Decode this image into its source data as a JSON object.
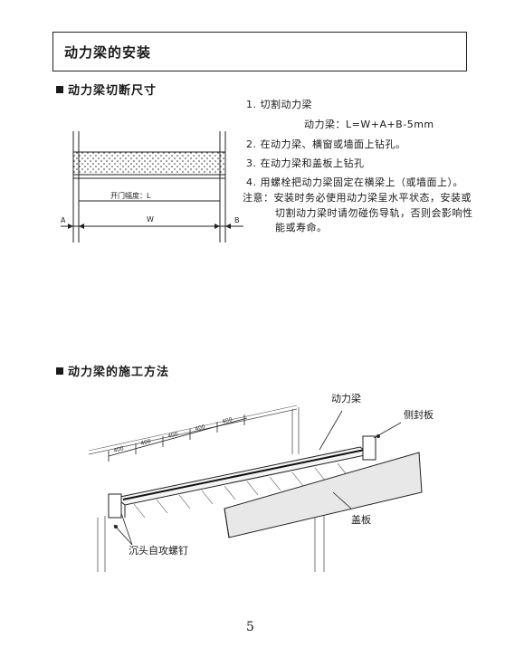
{
  "title": "动力梁的安装",
  "section1": {
    "heading": "动力梁切断尺寸",
    "steps": [
      "1. 切割动力梁",
      "动力梁：L=W+A+B-5mm",
      "2. 在动力梁、横窗或墙面上钻孔。",
      "3. 在动力梁和盖板上钻孔",
      "4. 用螺栓把动力梁固定在横梁上（或墙面上）。"
    ],
    "note": [
      "注意：安装时务必使用动力梁呈水平状态，安装或",
      "切割动力梁时请勿碰伤导轨，否则会影响性",
      "能或寿命。"
    ],
    "diagram": {
      "opening_label": "开门幅度：L",
      "label_a": "A",
      "label_w": "W",
      "label_b": "B"
    }
  },
  "section2": {
    "heading": "动力梁的施工方法",
    "labels": {
      "beam": "动力梁",
      "side_plate": "侧封板",
      "cover": "盖板",
      "screw": "沉头自攻螺钉"
    },
    "dims": [
      "400",
      "400",
      "400",
      "400",
      "400"
    ]
  },
  "page_number": "5"
}
